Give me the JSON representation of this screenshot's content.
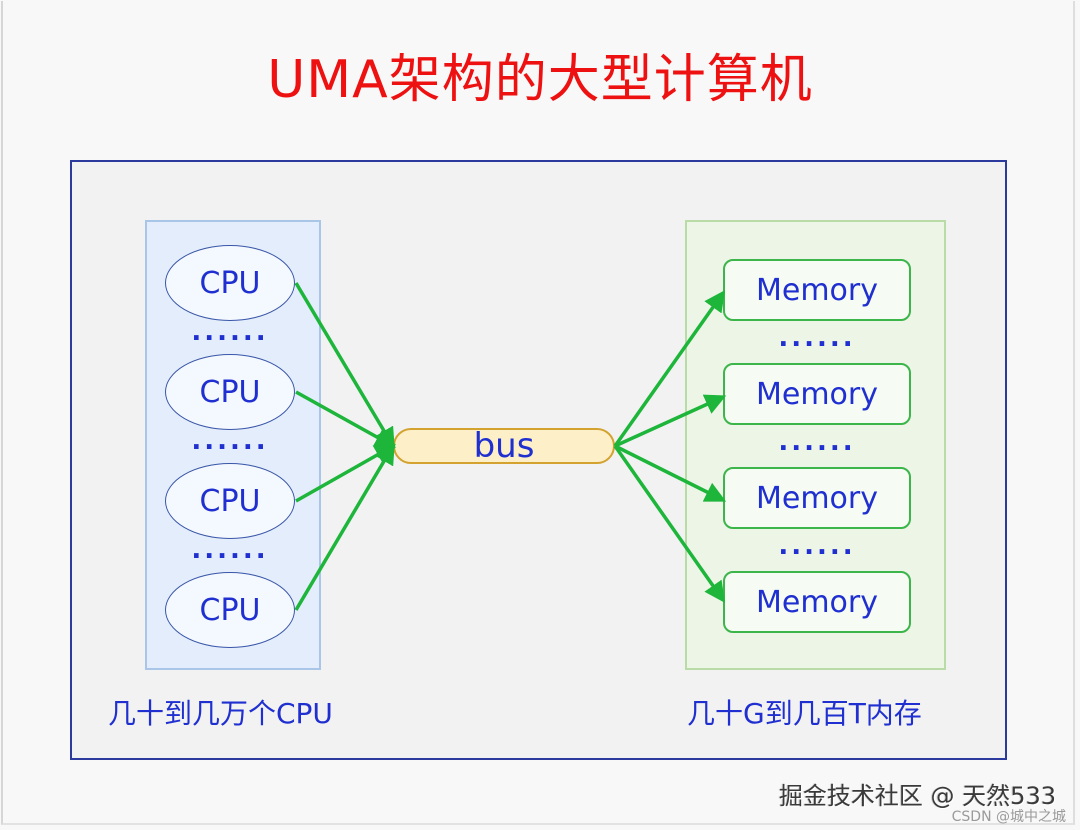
{
  "title": "UMA架构的大型计算机",
  "cpu_panel": {
    "nodes": [
      "CPU",
      "CPU",
      "CPU",
      "CPU"
    ],
    "ellipsis": "......",
    "caption": "几十到几万个CPU"
  },
  "bus": {
    "label": "bus"
  },
  "memory_panel": {
    "nodes": [
      "Memory",
      "Memory",
      "Memory",
      "Memory"
    ],
    "ellipsis": "......",
    "caption": "几十G到几百T内存"
  },
  "connections": {
    "cpu_to_bus": [
      0,
      1,
      2,
      3
    ],
    "bus_to_memory": [
      0,
      1,
      2,
      3
    ]
  },
  "colors": {
    "title": "#ee1111",
    "text": "#1f2fd0",
    "frame_border": "#2b3a9c",
    "arrow": "#1db53a",
    "cpu_panel_fill": "#e3edfb",
    "memory_panel_fill": "#edf5e6",
    "memory_border": "#3cb54a",
    "bus_fill": "#fdefc8",
    "bus_border": "#d3a22f"
  },
  "watermark": {
    "primary": "掘金技术社区 @ 天然533",
    "secondary": "CSDN @城中之城"
  }
}
